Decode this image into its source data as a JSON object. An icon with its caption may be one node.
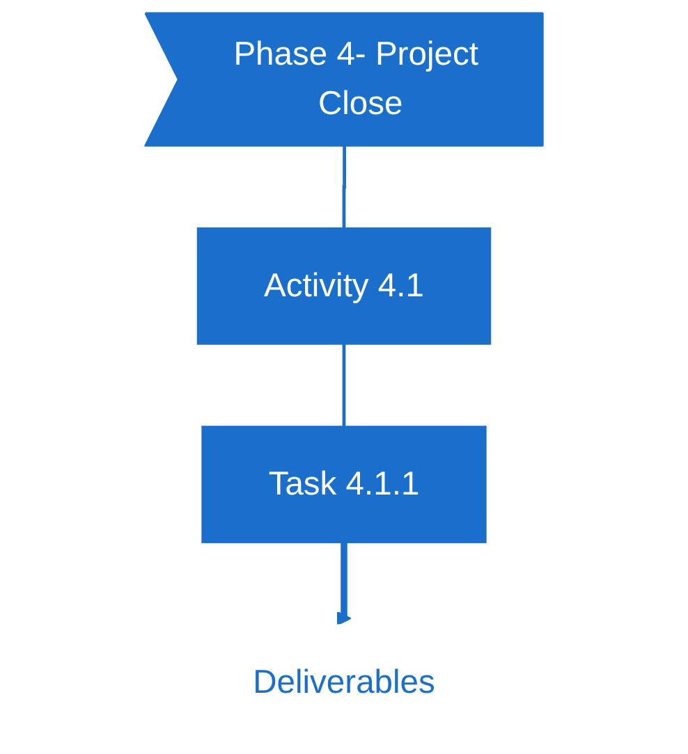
{
  "diagram": {
    "nodes": [
      {
        "text": [
          "Phase 4- Project Close"
        ]
      },
      {
        "text": [
          "Activity 4.1"
        ]
      },
      {
        "text": [
          "Task 4.1.1"
        ]
      },
      {
        "text": [
          "Deliverables"
        ]
      }
    ],
    "edges": [
      {
        "from": 0,
        "to": 1,
        "arrow": "none"
      },
      {
        "from": 1,
        "to": 2,
        "arrow": "none"
      },
      {
        "from": 2,
        "to": 3,
        "arrow": "to",
        "style": "thick"
      }
    ]
  }
}
